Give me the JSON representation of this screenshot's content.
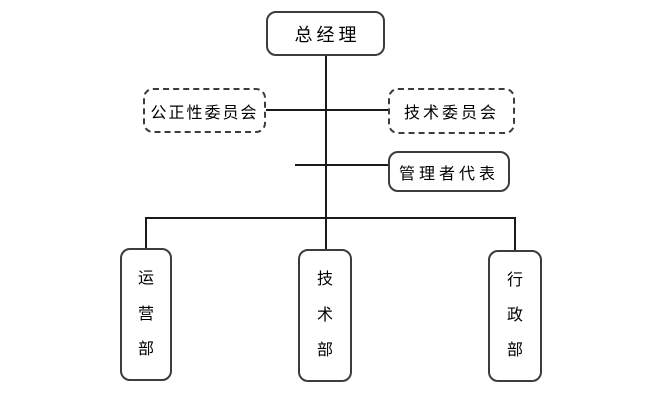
{
  "diagram": {
    "type": "org-chart",
    "nodes": {
      "general_manager": {
        "label": "总经理",
        "border": "solid"
      },
      "impartiality_committee": {
        "label": "公正性委员会",
        "border": "dashed"
      },
      "technical_committee": {
        "label": "技术委员会",
        "border": "dashed"
      },
      "management_representative": {
        "label": "管理者代表",
        "border": "solid"
      },
      "operations_dept": {
        "label": "运营部",
        "chars": [
          "运",
          "营",
          "部"
        ],
        "border": "solid",
        "orientation": "vertical"
      },
      "technical_dept": {
        "label": "技术部",
        "chars": [
          "技",
          "术",
          "部"
        ],
        "border": "solid",
        "orientation": "vertical"
      },
      "administrative_dept": {
        "label": "行政部",
        "chars": [
          "行",
          "政",
          "部"
        ],
        "border": "solid",
        "orientation": "vertical"
      }
    },
    "edges": [
      {
        "from": "general_manager",
        "to": "impartiality_committee"
      },
      {
        "from": "general_manager",
        "to": "technical_committee"
      },
      {
        "from": "general_manager",
        "to": "management_representative"
      },
      {
        "from": "general_manager",
        "to": "operations_dept"
      },
      {
        "from": "general_manager",
        "to": "technical_dept"
      },
      {
        "from": "general_manager",
        "to": "administrative_dept"
      }
    ],
    "colors": {
      "background": "#ffffff",
      "box_border": "#3c3c3c",
      "line": "#1a1a1a",
      "text": "#000000"
    }
  }
}
